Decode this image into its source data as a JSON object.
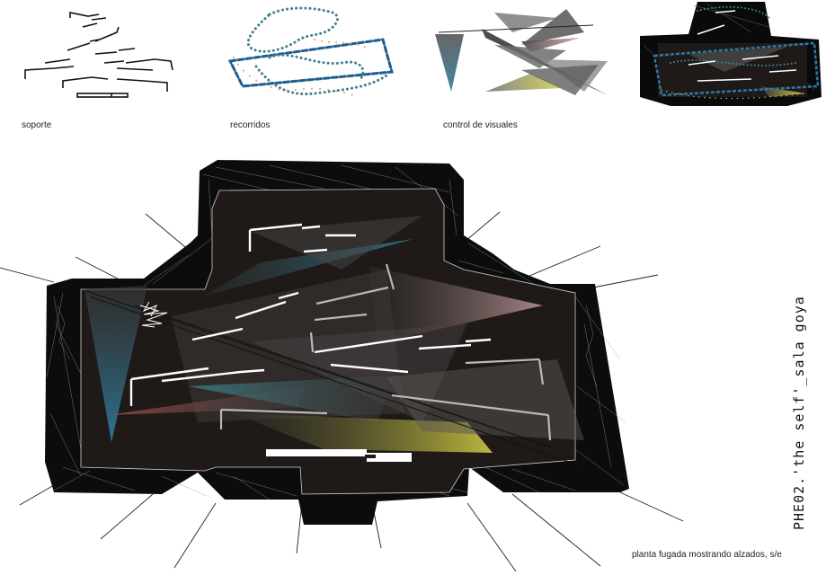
{
  "captions": {
    "soporte": "soporte",
    "recorridos": "recorridos",
    "control_visuales": "control de visuales",
    "planta": "planta fugada mostrando alzados, s/e"
  },
  "title": "PHE02.'the self'_sala goya",
  "colors": {
    "background": "#ffffff",
    "plan_fill": "#0c0c0c",
    "hall_fill": "#1f1a18",
    "path_blue": "#1f5e8f",
    "path_teal": "#3f7f8f",
    "path_orange": "#e8a060",
    "cone_blue": "#2c7a99",
    "cone_pink": "#c89a9a",
    "cone_yellow": "#c9c64a",
    "cone_grey": "#6a6a6a"
  }
}
